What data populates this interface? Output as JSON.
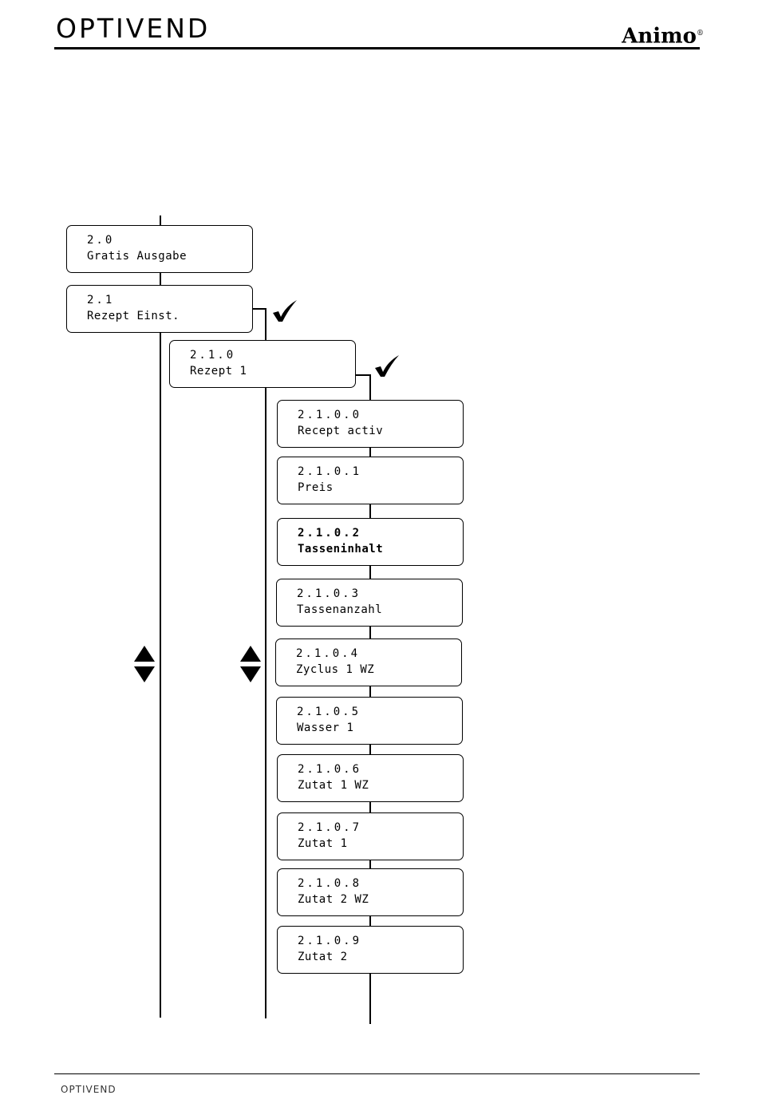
{
  "header": {
    "brand_left": "OPTIVEND",
    "brand_right": "Animo",
    "brand_right_mark": "®"
  },
  "footer": {
    "brand": "OPTIVEND"
  },
  "menu": {
    "level1": [
      {
        "code": "2.0",
        "label": "Gratis Ausgabe"
      },
      {
        "code": "2.1",
        "label": "Rezept Einst."
      }
    ],
    "level2": [
      {
        "code": "2.1.0",
        "label": "Rezept 1"
      }
    ],
    "level3": [
      {
        "code": "2.1.0.0",
        "label": "Recept activ"
      },
      {
        "code": "2.1.0.1",
        "label": "Preis"
      },
      {
        "code": "2.1.0.2",
        "label": "Tasseninhalt",
        "highlighted": true
      },
      {
        "code": "2.1.0.3",
        "label": "Tassenanzahl"
      },
      {
        "code": "2.1.0.4",
        "label": "Zyclus 1 WZ"
      },
      {
        "code": "2.1.0.5",
        "label": "Wasser 1"
      },
      {
        "code": "2.1.0.6",
        "label": "Zutat 1 WZ"
      },
      {
        "code": "2.1.0.7",
        "label": "Zutat 1"
      },
      {
        "code": "2.1.0.8",
        "label": "Zutat 2 WZ"
      },
      {
        "code": "2.1.0.9",
        "label": "Zutat 2"
      }
    ]
  },
  "icons": {
    "confirm": "check-icon",
    "navigate": "up-down-arrows-icon"
  },
  "colors": {
    "ink": "#000000",
    "background": "#ffffff"
  }
}
